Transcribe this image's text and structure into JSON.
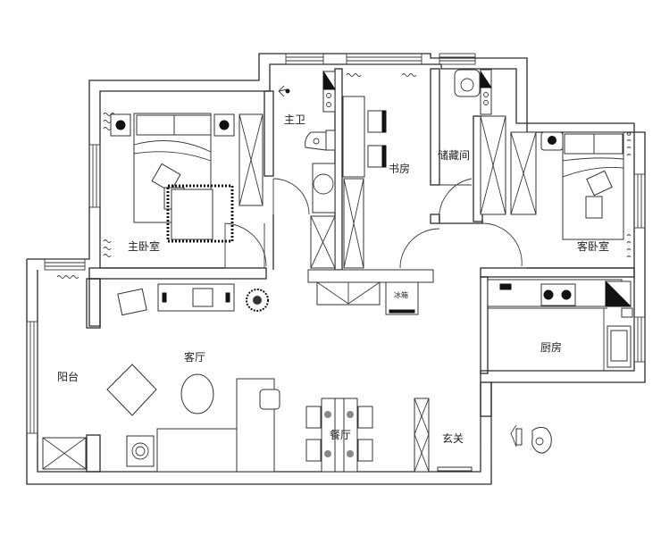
{
  "floorplan": {
    "rooms": {
      "master_bedroom": "主卧室",
      "master_bath": "主卫",
      "study": "书房",
      "storage": "储藏间",
      "guest_bedroom": "客卧室",
      "living_room": "客厅",
      "balcony": "阳台",
      "dining_room": "餐厅",
      "kitchen": "厨房",
      "entrance": "玄关",
      "fridge": "冰箱"
    },
    "colors": {
      "line": "#2b2b2b",
      "background": "#ffffff",
      "fill_dark": "#111111"
    }
  }
}
